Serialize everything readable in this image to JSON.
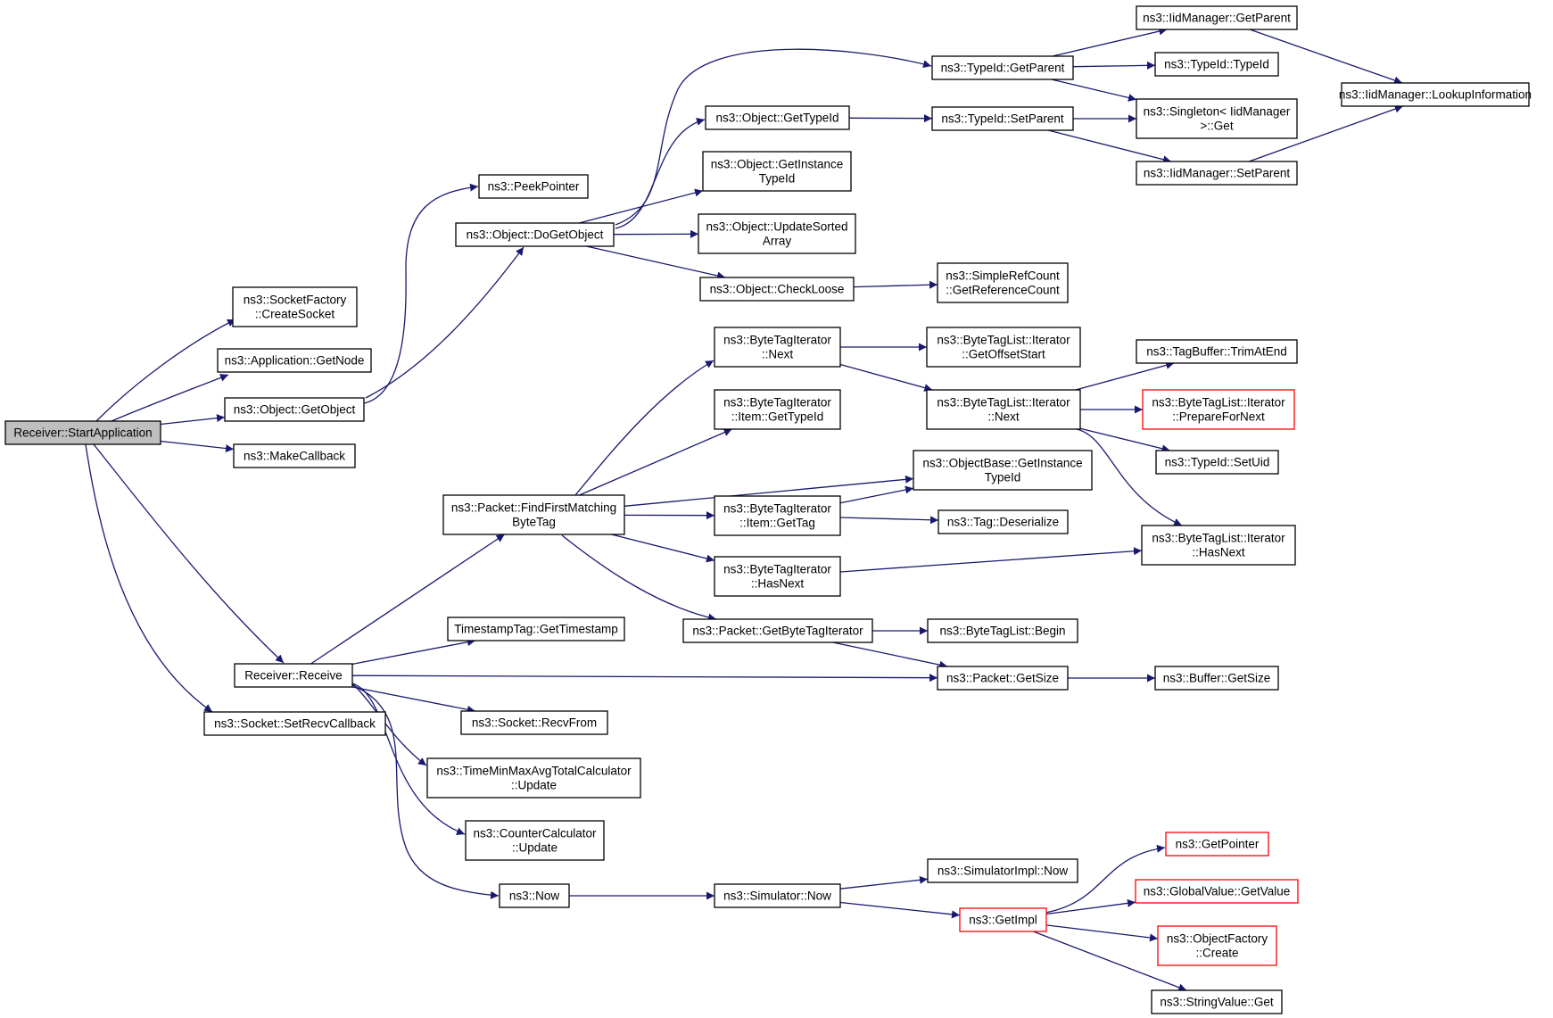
{
  "colors": {
    "edge": "#191970",
    "node_border": "#000000",
    "incomplete_border": "#ff0000",
    "root_fill": "#bfbfbf"
  },
  "nodes": [
    {
      "id": "n0",
      "lines": [
        "Receiver::StartApplication"
      ],
      "style": "root"
    },
    {
      "id": "n1",
      "lines": [
        "ns3::SocketFactory",
        "::CreateSocket"
      ]
    },
    {
      "id": "n2",
      "lines": [
        "ns3::Application::GetNode"
      ]
    },
    {
      "id": "n3",
      "lines": [
        "ns3::Object::GetObject"
      ]
    },
    {
      "id": "n4",
      "lines": [
        "ns3::MakeCallback"
      ]
    },
    {
      "id": "n5",
      "lines": [
        "Receiver::Receive"
      ]
    },
    {
      "id": "n6",
      "lines": [
        "ns3::Socket::SetRecvCallback"
      ]
    },
    {
      "id": "n7",
      "lines": [
        "ns3::PeekPointer"
      ]
    },
    {
      "id": "n8",
      "lines": [
        "ns3::Object::DoGetObject"
      ]
    },
    {
      "id": "n9",
      "lines": [
        "ns3::Object::GetTypeId"
      ]
    },
    {
      "id": "n10",
      "lines": [
        "ns3::Object::GetInstance",
        "TypeId"
      ]
    },
    {
      "id": "n11",
      "lines": [
        "ns3::Object::UpdateSorted",
        "Array"
      ]
    },
    {
      "id": "n12",
      "lines": [
        "ns3::Object::CheckLoose"
      ]
    },
    {
      "id": "n13",
      "lines": [
        "ns3::TypeId::GetParent"
      ]
    },
    {
      "id": "n14",
      "lines": [
        "ns3::TypeId::SetParent"
      ]
    },
    {
      "id": "n15",
      "lines": [
        "ns3::SimpleRefCount",
        "::GetReferenceCount"
      ]
    },
    {
      "id": "n16",
      "lines": [
        "ns3::IidManager::GetParent"
      ]
    },
    {
      "id": "n17",
      "lines": [
        "ns3::TypeId::TypeId"
      ]
    },
    {
      "id": "n18",
      "lines": [
        "ns3::Singleton< IidManager",
        ">::Get"
      ]
    },
    {
      "id": "n19",
      "lines": [
        "ns3::IidManager::SetParent"
      ]
    },
    {
      "id": "n20",
      "lines": [
        "ns3::IidManager::LookupInformation"
      ]
    },
    {
      "id": "n21",
      "lines": [
        "ns3::Packet::FindFirstMatching",
        "ByteTag"
      ]
    },
    {
      "id": "n22",
      "lines": [
        "TimestampTag::GetTimestamp"
      ]
    },
    {
      "id": "n23",
      "lines": [
        "ns3::Socket::RecvFrom"
      ]
    },
    {
      "id": "n24",
      "lines": [
        "ns3::TimeMinMaxAvgTotalCalculator",
        "::Update"
      ]
    },
    {
      "id": "n25",
      "lines": [
        "ns3::CounterCalculator",
        "::Update"
      ]
    },
    {
      "id": "n26",
      "lines": [
        "ns3::Now"
      ]
    },
    {
      "id": "n27",
      "lines": [
        "ns3::ByteTagIterator",
        "::Next"
      ]
    },
    {
      "id": "n28",
      "lines": [
        "ns3::ByteTagIterator",
        "::Item::GetTypeId"
      ]
    },
    {
      "id": "n29",
      "lines": [
        "ns3::ByteTagIterator",
        "::Item::GetTag"
      ]
    },
    {
      "id": "n30",
      "lines": [
        "ns3::ByteTagIterator",
        "::HasNext"
      ]
    },
    {
      "id": "n31",
      "lines": [
        "ns3::Packet::GetByteTagIterator"
      ]
    },
    {
      "id": "n32",
      "lines": [
        "ns3::ByteTagList::Iterator",
        "::GetOffsetStart"
      ]
    },
    {
      "id": "n33",
      "lines": [
        "ns3::ByteTagList::Iterator",
        "::Next"
      ]
    },
    {
      "id": "n34",
      "lines": [
        "ns3::ObjectBase::GetInstance",
        "TypeId"
      ]
    },
    {
      "id": "n35",
      "lines": [
        "ns3::Tag::Deserialize"
      ]
    },
    {
      "id": "n36",
      "lines": [
        "ns3::ByteTagList::Begin"
      ]
    },
    {
      "id": "n37",
      "lines": [
        "ns3::Packet::GetSize"
      ]
    },
    {
      "id": "n38",
      "lines": [
        "ns3::TagBuffer::TrimAtEnd"
      ]
    },
    {
      "id": "n39",
      "lines": [
        "ns3::ByteTagList::Iterator",
        "::PrepareForNext"
      ],
      "style": "red"
    },
    {
      "id": "n40",
      "lines": [
        "ns3::TypeId::SetUid"
      ]
    },
    {
      "id": "n41",
      "lines": [
        "ns3::ByteTagList::Iterator",
        "::HasNext"
      ]
    },
    {
      "id": "n42",
      "lines": [
        "ns3::Buffer::GetSize"
      ]
    },
    {
      "id": "n43",
      "lines": [
        "ns3::Simulator::Now"
      ]
    },
    {
      "id": "n44",
      "lines": [
        "ns3::SimulatorImpl::Now"
      ]
    },
    {
      "id": "n45",
      "lines": [
        "ns3::GetImpl"
      ],
      "style": "red"
    },
    {
      "id": "n46",
      "lines": [
        "ns3::GetPointer"
      ],
      "style": "red"
    },
    {
      "id": "n47",
      "lines": [
        "ns3::GlobalValue::GetValue"
      ],
      "style": "red"
    },
    {
      "id": "n48",
      "lines": [
        "ns3::ObjectFactory",
        "::Create"
      ],
      "style": "red"
    },
    {
      "id": "n49",
      "lines": [
        "ns3::StringValue::Get"
      ]
    }
  ],
  "edges": [
    [
      "n0",
      "n1"
    ],
    [
      "n0",
      "n2"
    ],
    [
      "n0",
      "n3"
    ],
    [
      "n0",
      "n4"
    ],
    [
      "n0",
      "n5"
    ],
    [
      "n0",
      "n6"
    ],
    [
      "n3",
      "n7"
    ],
    [
      "n3",
      "n8"
    ],
    [
      "n8",
      "n9"
    ],
    [
      "n8",
      "n10"
    ],
    [
      "n8",
      "n11"
    ],
    [
      "n8",
      "n12"
    ],
    [
      "n8",
      "n13"
    ],
    [
      "n9",
      "n14"
    ],
    [
      "n12",
      "n15"
    ],
    [
      "n13",
      "n16"
    ],
    [
      "n13",
      "n17"
    ],
    [
      "n13",
      "n18"
    ],
    [
      "n14",
      "n18"
    ],
    [
      "n14",
      "n19"
    ],
    [
      "n16",
      "n20"
    ],
    [
      "n19",
      "n20"
    ],
    [
      "n5",
      "n21"
    ],
    [
      "n5",
      "n22"
    ],
    [
      "n5",
      "n37"
    ],
    [
      "n5",
      "n23"
    ],
    [
      "n5",
      "n24"
    ],
    [
      "n5",
      "n25"
    ],
    [
      "n5",
      "n26"
    ],
    [
      "n21",
      "n27"
    ],
    [
      "n21",
      "n28"
    ],
    [
      "n21",
      "n34"
    ],
    [
      "n21",
      "n29"
    ],
    [
      "n21",
      "n30"
    ],
    [
      "n21",
      "n31"
    ],
    [
      "n27",
      "n32"
    ],
    [
      "n27",
      "n33"
    ],
    [
      "n33",
      "n38"
    ],
    [
      "n33",
      "n39"
    ],
    [
      "n33",
      "n40"
    ],
    [
      "n33",
      "n41"
    ],
    [
      "n29",
      "n34"
    ],
    [
      "n29",
      "n35"
    ],
    [
      "n30",
      "n41"
    ],
    [
      "n31",
      "n36"
    ],
    [
      "n31",
      "n37"
    ],
    [
      "n37",
      "n42"
    ],
    [
      "n26",
      "n43"
    ],
    [
      "n43",
      "n44"
    ],
    [
      "n43",
      "n45"
    ],
    [
      "n45",
      "n46"
    ],
    [
      "n45",
      "n47"
    ],
    [
      "n45",
      "n48"
    ],
    [
      "n45",
      "n49"
    ]
  ]
}
